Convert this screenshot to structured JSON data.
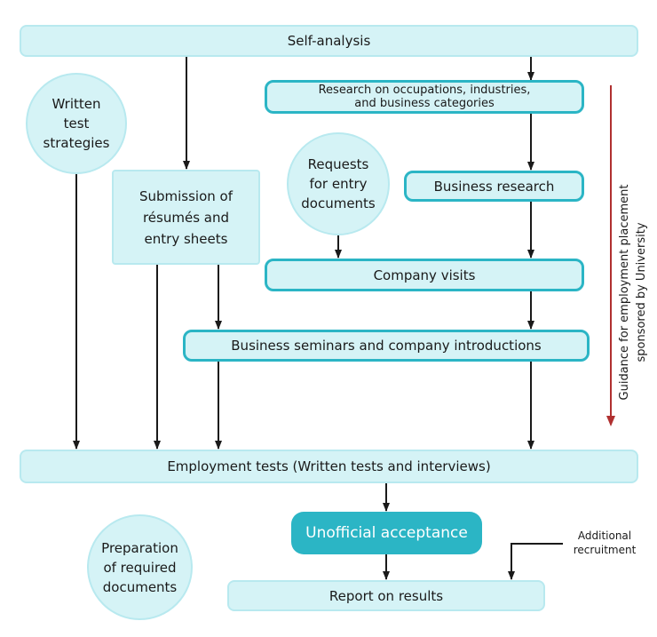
{
  "nodes": {
    "self_analysis": "Self-analysis",
    "research": "Research on occupations, industries,\nand business categories",
    "written_test": "Written\ntest\nstrategies",
    "business_research": "Business research",
    "requests": "Requests\nfor entry\ndocuments",
    "submission": "Submission of\nrésumés and\nentry sheets",
    "company_visits": "Company visits",
    "seminars": "Business seminars and company introductions",
    "employment_tests": "Employment tests (Written tests and interviews)",
    "unofficial_acceptance": "Unofficial acceptance",
    "preparation": "Preparation\nof required\ndocuments",
    "report": "Report on results"
  },
  "labels": {
    "additional_recruitment": "Additional\nrecruitment",
    "guidance": "Guidance for employment placement\nsponsored by University"
  },
  "colors": {
    "fill": "#d5f3f6",
    "light_border": "#b8e9ef",
    "accent": "#2bb5c5",
    "arrow": "#1a1a1a",
    "guidance_arrow": "#b03030"
  }
}
